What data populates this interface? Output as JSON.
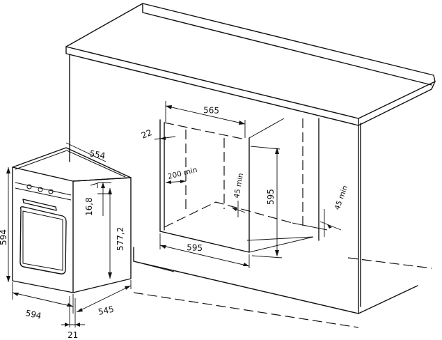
{
  "dimensions": {
    "niche_width_top": "565",
    "niche_inset": "22",
    "niche_depth_min": "200 min",
    "niche_side_gap": "45 min",
    "niche_height": "595",
    "niche_rear_gap": "45 min",
    "niche_width_bottom": "595",
    "oven_depth_top": "554",
    "oven_panel_height": "16,8",
    "oven_body_height": "577,2",
    "oven_height": "594",
    "oven_width": "594",
    "oven_depth": "545",
    "oven_door_thickness": "21"
  }
}
